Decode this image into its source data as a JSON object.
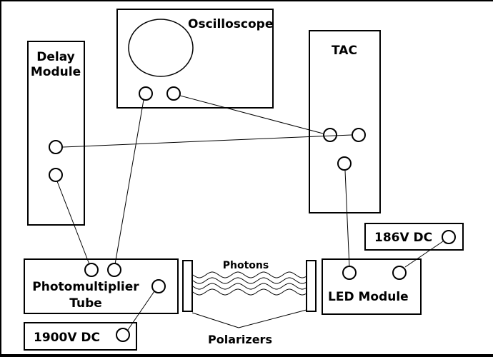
{
  "diagram": {
    "components": {
      "oscilloscope": "Oscilloscope",
      "delay_module_line1": "Delay",
      "delay_module_line2": "Module",
      "tac": "TAC",
      "pmt_line1": "Photomultiplier",
      "pmt_line2": "Tube",
      "pmt_supply": "1900V DC",
      "led_supply": "186V DC",
      "led_module": "LED Module"
    },
    "annotations": {
      "photons": "Photons",
      "polarizers": "Polarizers"
    },
    "connections": [
      {
        "from": "oscilloscope-input-1",
        "to": "photomultiplier-tube-output-2"
      },
      {
        "from": "oscilloscope-input-2",
        "to": "tac-input-1"
      },
      {
        "from": "delay-module-port-1",
        "to": "tac-input-2"
      },
      {
        "from": "delay-module-port-2",
        "to": "photomultiplier-tube-output-1"
      },
      {
        "from": "tac-port-3",
        "to": "led-module-port-1"
      },
      {
        "from": "led-supply-port",
        "to": "led-module-port-2"
      },
      {
        "from": "pmt-supply-port",
        "to": "photomultiplier-tube-hv-port"
      }
    ],
    "colors": {
      "stroke": "#000000",
      "background": "#ffffff"
    }
  }
}
